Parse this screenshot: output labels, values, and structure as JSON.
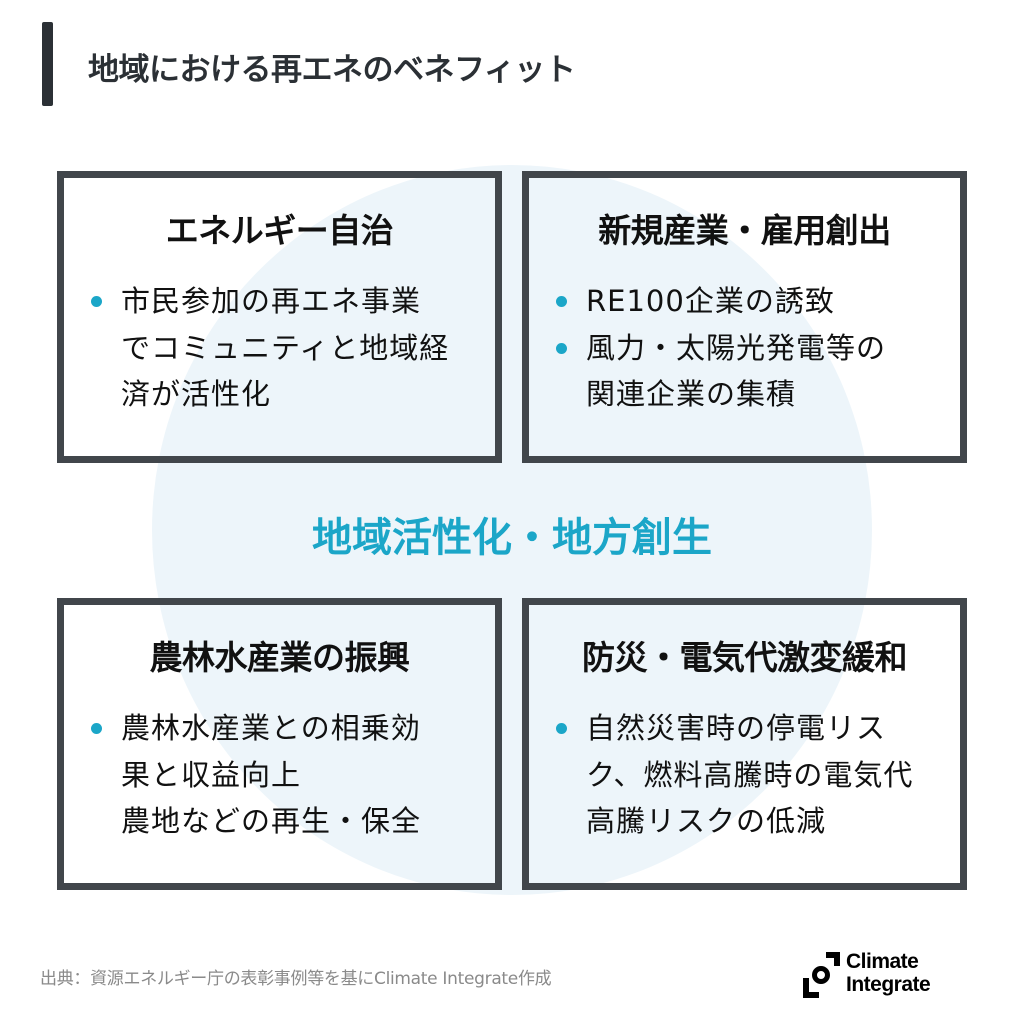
{
  "header": {
    "title": "地域における再エネのベネフィット"
  },
  "center": {
    "label": "地域活性化・地方創生"
  },
  "boxes": [
    {
      "title": "エネルギー自治",
      "bullets": [
        {
          "lines": [
            "市民参加の再エネ事業",
            "でコミュニティと地域経",
            "済が活性化"
          ]
        }
      ]
    },
    {
      "title": "新規産業・雇用創出",
      "bullets": [
        {
          "lines": [
            "RE100企業の誘致"
          ]
        },
        {
          "lines": [
            "風力・太陽光発電等の",
            "関連企業の集積"
          ]
        }
      ]
    },
    {
      "title": "農林水産業の振興",
      "bullets": [
        {
          "lines": [
            "農林水産業との相乗効",
            "果と収益向上",
            "農地などの再生・保全"
          ]
        }
      ]
    },
    {
      "title": "防災・電気代激変緩和",
      "bullets": [
        {
          "lines": [
            "自然災害時の停電リス",
            "ク、燃料高騰時の電気代",
            "高騰リスクの低減"
          ]
        }
      ]
    }
  ],
  "footer": {
    "source": "出典：資源エネルギー庁の表彰事例等を基にClimate Integrate作成",
    "logo_line1": "Climate",
    "logo_line2": "Integrate"
  },
  "colors": {
    "accent": "#1ba6c8",
    "box_border": "#41464b",
    "circle_bg": "#edf5fa",
    "title_bar": "#2b3035",
    "footer_text": "#8a8a8a"
  }
}
